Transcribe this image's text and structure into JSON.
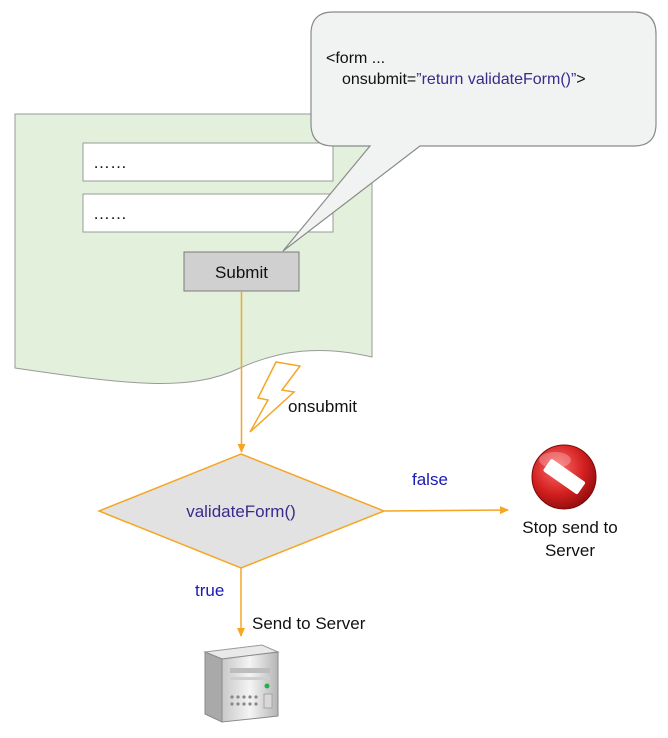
{
  "form": {
    "field1_value": "……",
    "field2_value": "……",
    "submit_label": "Submit"
  },
  "callout": {
    "line1": "<form ...",
    "line2_attr": "onsubmit=",
    "line2_value": "”return validateForm()”",
    "line2_end": ">"
  },
  "event_label": "onsubmit",
  "decision_label": "validateForm()",
  "false_label": "false",
  "true_label": "true",
  "stop_label_line1": "Stop send to",
  "stop_label_line2": "Server",
  "send_label": "Send to Server",
  "colors": {
    "form_fill": "#e2f0dc",
    "arrow": "#f5a623",
    "decision_fill": "#e2e2e2",
    "callout_fill": "#f1f3f2",
    "stop_red": "#cc1b1b",
    "label_blue": "#1a1ab0",
    "code_purple": "#3a2a8c"
  }
}
